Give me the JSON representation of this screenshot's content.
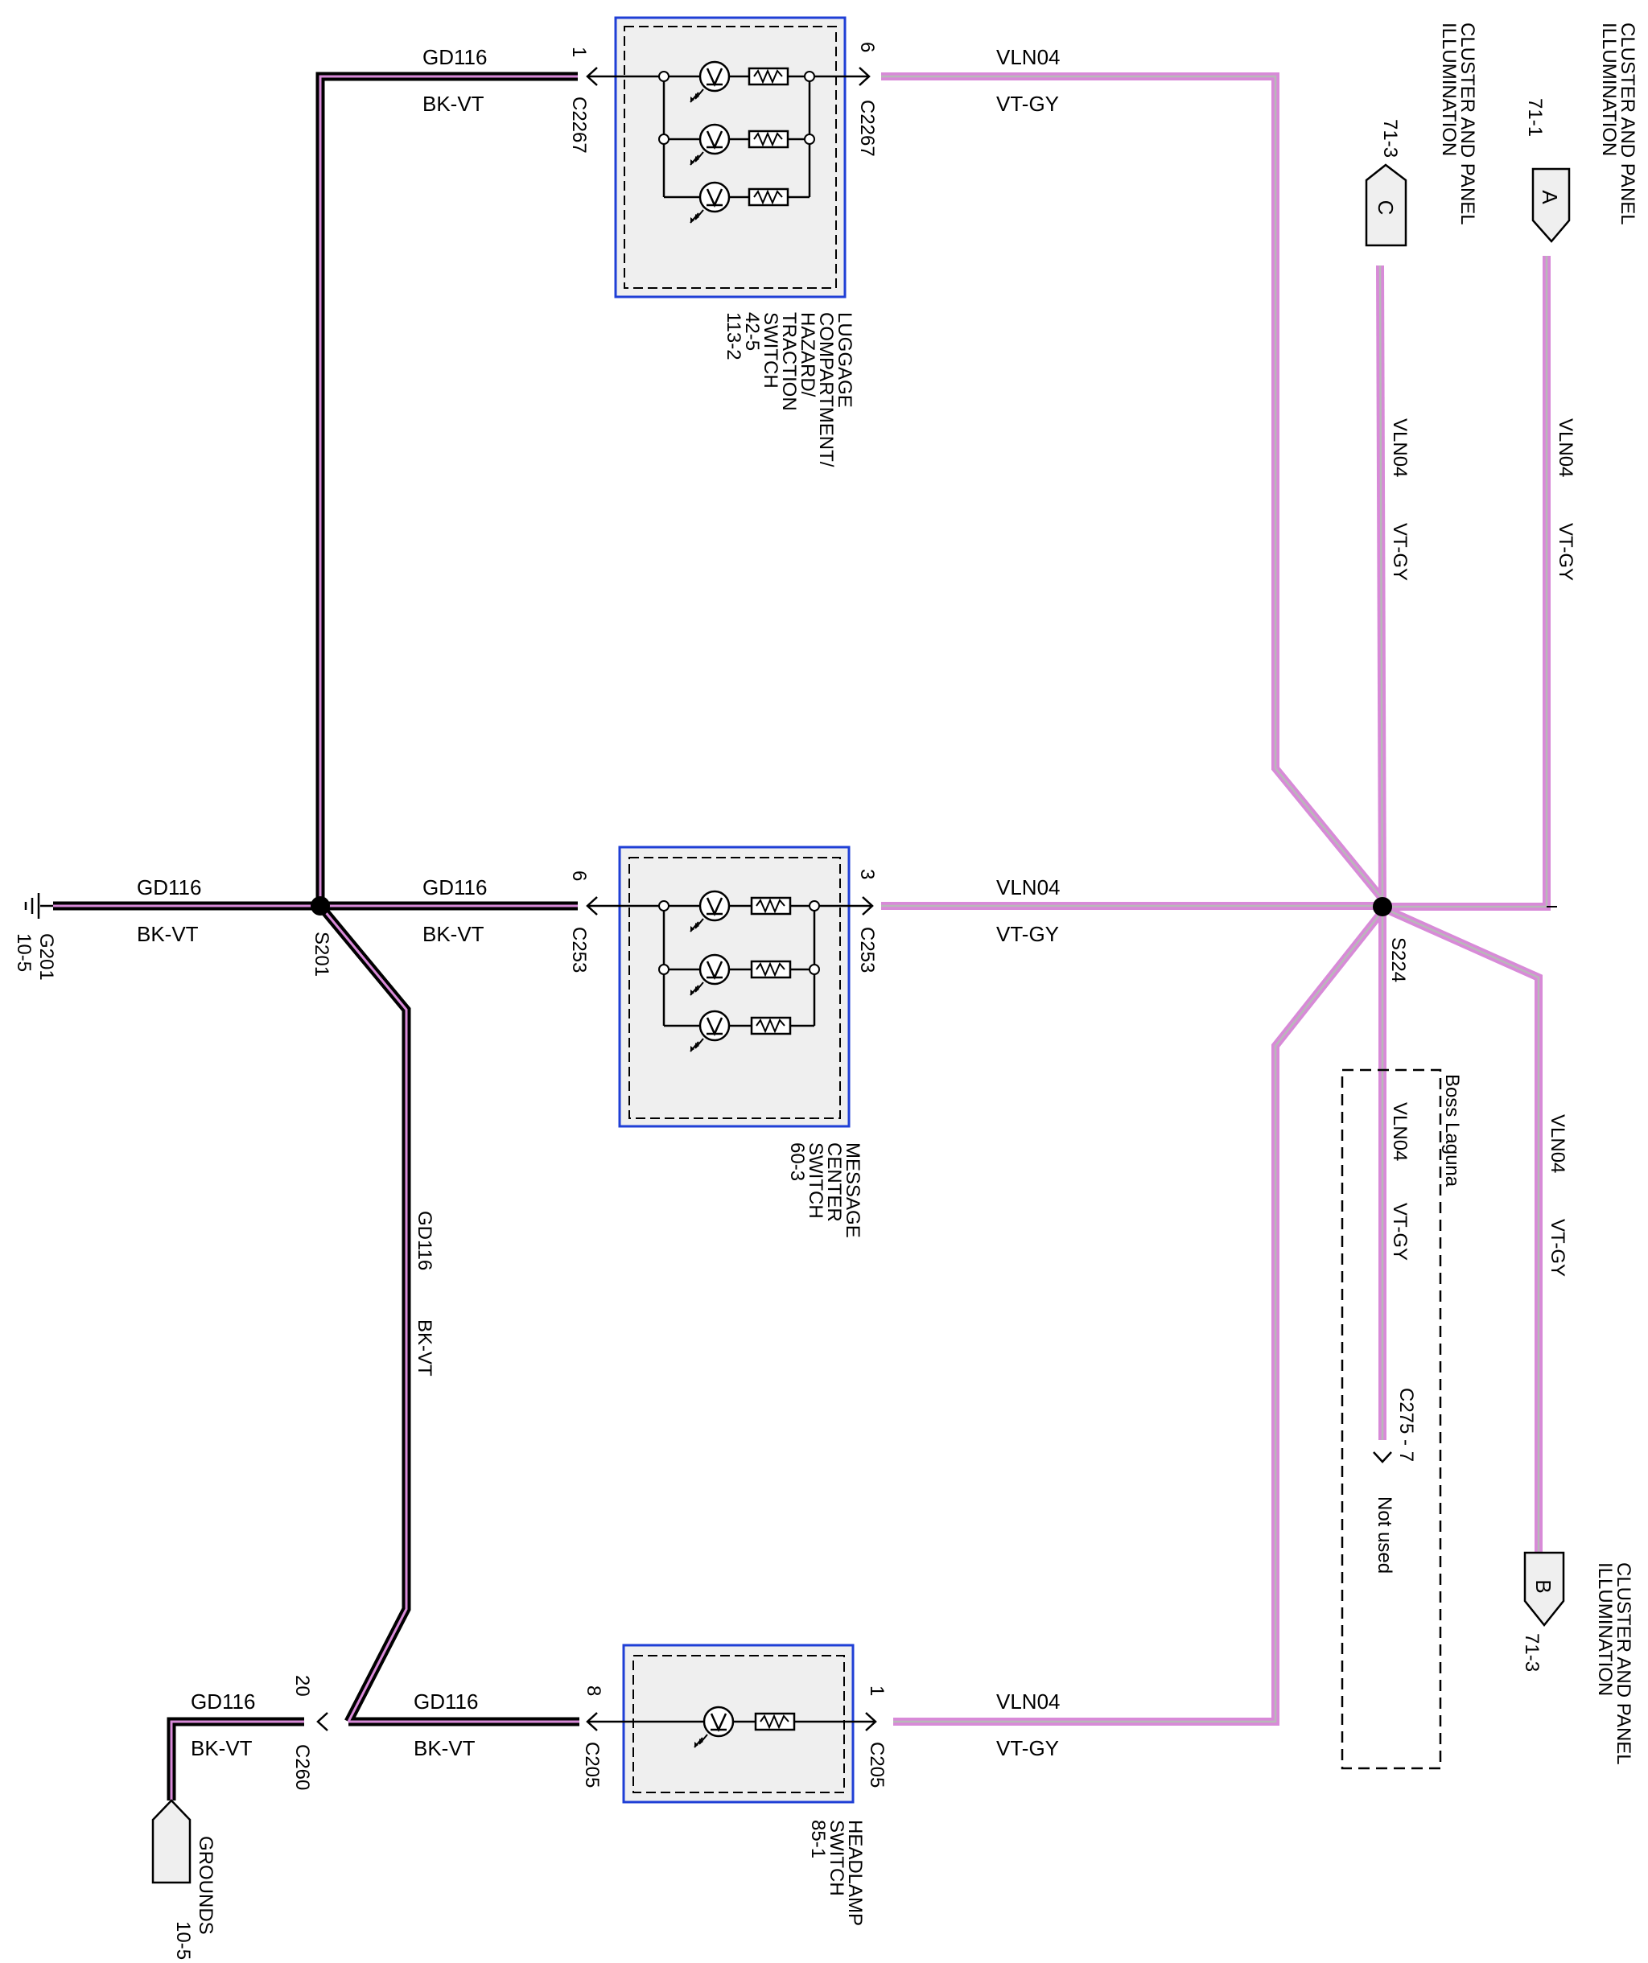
{
  "colors": {
    "vt_gy": "#d88ad8",
    "bk_vt": "#000000",
    "bk_vt_stripe": "#d88ad8",
    "component_border": "#1f3fd6",
    "component_fill": "#efefef"
  },
  "wires": {
    "gd116": "GD116",
    "bk_vt": "BK-VT",
    "vln04": "VLN04",
    "vt_gy": "VT-GY"
  },
  "connectors": {
    "c2267": "C2267",
    "c253": "C253",
    "c205": "C205",
    "c260": "C260",
    "c275": "C275 - 7",
    "pin1": "1",
    "pin6": "6",
    "pin3": "3",
    "pin8": "8",
    "pin20": "20"
  },
  "splices": {
    "s201": "S201",
    "s224": "S224"
  },
  "grounds": {
    "g201": "G201",
    "g201_ref": "10-5",
    "grounds": "GROUNDS",
    "grounds_ref": "10-5"
  },
  "offpage": {
    "a": {
      "letter": "A",
      "ref": "71-1",
      "line1": "CLUSTER AND PANEL",
      "line2": "ILLUMINATION"
    },
    "c": {
      "letter": "C",
      "ref": "71-3",
      "line1": "CLUSTER AND PANEL",
      "line2": "ILLUMINATION"
    },
    "b": {
      "letter": "B",
      "ref": "71-3",
      "line1": "CLUSTER AND PANEL",
      "line2": "ILLUMINATION"
    }
  },
  "components": {
    "luggage": [
      "LUGGAGE",
      "COMPARTMENT/",
      "HAZARD/",
      "TRACTION",
      "SWITCH",
      "42-5",
      "113-2"
    ],
    "message": [
      "MESSAGE",
      "CENTER",
      "SWITCH",
      "60-3"
    ],
    "headlamp": [
      "HEADLAMP",
      "SWITCH",
      "85-1"
    ]
  },
  "option": {
    "label": "Boss Laguna",
    "not_used": "Not used"
  },
  "icons": [
    "ground-icon",
    "led-lamp-icon",
    "resistor-icon",
    "splice-dot-icon",
    "connector-arrow-icon",
    "offpage-connector-icon"
  ]
}
